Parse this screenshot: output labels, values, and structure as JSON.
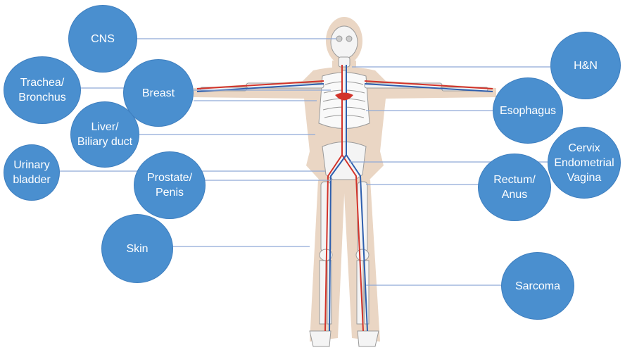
{
  "labels": {
    "cns": "CNS",
    "trachea": "Trachea/\nBronchus",
    "breast": "Breast",
    "liver": "Liver/\nBiliary duct",
    "urinary": "Urinary\nbladder",
    "prostate": "Prostate/\nPenis",
    "skin": "Skin",
    "hn": "H&N",
    "esophagus": "Esophagus",
    "cervix": "Cervix\nEndometrial\nVagina",
    "rectum": "Rectum/\nAnus",
    "sarcoma": "Sarcoma"
  },
  "colors": {
    "bubble": "#4a8fcf",
    "connector": "#8fa9d6",
    "silhouette": "#ead6c4",
    "bone": "#f4f4f4",
    "artery": "#d2332a",
    "vein": "#2e5fae"
  }
}
